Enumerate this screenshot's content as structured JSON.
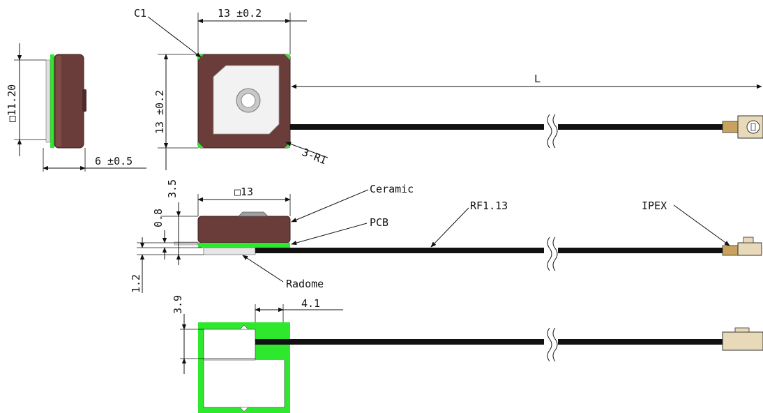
{
  "labels": {
    "chamfer": "C1",
    "top_width": "13 ±0.2",
    "top_height": "13 ±0.2",
    "side_square": "□11.20",
    "side_thickness": "6 ±0.5",
    "corner_radius": "3-R1",
    "cable_length": "L",
    "ceramic": "Ceramic",
    "pcb": "PCB",
    "radome": "Radome",
    "cable_type": "RF1.13",
    "connector": "IPEX",
    "front_width": "□13",
    "dim_3_5": "3.5",
    "dim_0_8": "0.8",
    "dim_1_2": "1.2",
    "dim_3_9": "3.9",
    "dim_4_1": "4.1"
  },
  "colors": {
    "ceramic_body": "#6b3d3a",
    "ceramic_dark": "#4e2a28",
    "pcb_green": "#2ee82e",
    "silver": "#d8d8d8",
    "connector_tan": "#e8d9b8",
    "cable": "#111111"
  }
}
